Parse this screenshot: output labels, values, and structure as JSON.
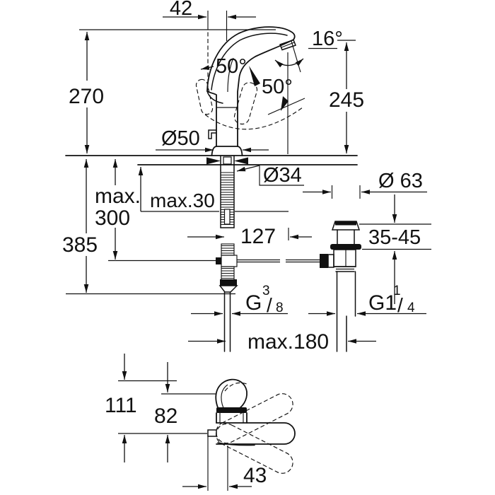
{
  "drawing": {
    "kind": "technical dimension drawing",
    "subject": "single-lever basin mixer tap with pop-up waste, front view and top view",
    "colors": {
      "line": "#111111",
      "background": "#ffffff"
    }
  },
  "views": {
    "front": {
      "d42": "42",
      "d270": "270",
      "d245": "245",
      "a50_handle": "50°",
      "a50_spout": "50°",
      "a16": "16°",
      "dia50": "Ø50",
      "dia34": "Ø34",
      "max30": "max.30",
      "max_word": "max.",
      "v300": "300",
      "d385": "385",
      "d127": "127",
      "dia63": "Ø 63",
      "r3545": "35-45",
      "max180": "max.180",
      "g38": {
        "base": "G",
        "sup": "3",
        "slash": "/",
        "sub": "8"
      },
      "g114": {
        "base": "G1",
        "sup": "1",
        "slash": "/",
        "sub": "4"
      }
    },
    "top": {
      "d111": "111",
      "d82": "82",
      "d43": "43"
    }
  }
}
